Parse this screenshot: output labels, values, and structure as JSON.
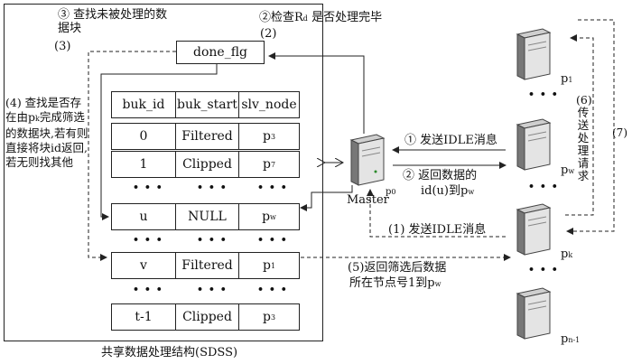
{
  "outer_caption": "共享数据处理结构(SDSS)",
  "done_flg": "done_flg",
  "step3_label": "③ 查找未被处理的数据块",
  "step2_label": "②检查R",
  "step2_sub": "d",
  "step2_tail": "是否处理完毕",
  "label_3": "(3)",
  "label_2": "(2)",
  "step4_text": "(4) 查找是否存在由p",
  "step4_sub": "k",
  "step4_rest": "完成筛选的数据块,若有则直接将块id返回,若无则找其他",
  "table_header": [
    "buk_id",
    "buk_start",
    "slv_node"
  ],
  "rows_top": [
    {
      "id": "0",
      "start": "Filtered",
      "node": "p",
      "sub": "3"
    },
    {
      "id": "1",
      "start": "Clipped",
      "node": "p",
      "sub": "7"
    }
  ],
  "row_u": {
    "id": "u",
    "start": "NULL",
    "node": "p",
    "sub": "w"
  },
  "row_v": {
    "id": "v",
    "start": "Filtered",
    "node": "p",
    "sub": "1"
  },
  "row_t": {
    "id": "t-1",
    "start": "Clipped",
    "node": "p",
    "sub": "3"
  },
  "ellipsis": "• • •",
  "master_label": "Master",
  "master_sub": "0",
  "msg1": "① 发送IDLE消息",
  "msg2_line1": "② 返回数据的",
  "msg2_line2": "id(u)到p",
  "msg2_sub": "w",
  "msg_idle_pk": "(1) 发送IDLE消息",
  "msg5_line1": "(5)返回筛选后数据",
  "msg5_line2": "所在节点号1到p",
  "msg5_sub": "w",
  "step6": "(6) 传送处理请求",
  "step7": "(7)",
  "nodes": [
    {
      "label": "p",
      "sub": "1"
    },
    {
      "label": "p",
      "sub": "w"
    },
    {
      "label": "p",
      "sub": "k"
    },
    {
      "label": "p",
      "sub": "n-1"
    }
  ],
  "colors": {
    "line": "#222222",
    "server_dark": "#555555",
    "server_light": "#d9d9d9"
  }
}
